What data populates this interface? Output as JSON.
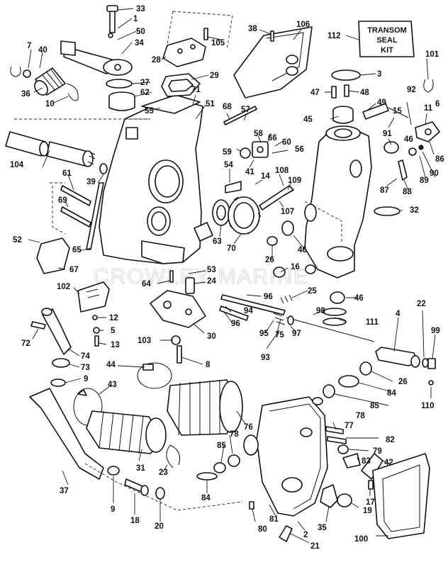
{
  "watermark": "CROWLEY MARINE",
  "note_box": {
    "lines": [
      "TRANSOM",
      "SEAL",
      "KIT"
    ]
  },
  "callouts": [
    {
      "id": "c33",
      "label": "33"
    },
    {
      "id": "c1",
      "label": "1"
    },
    {
      "id": "c50",
      "label": "50"
    },
    {
      "id": "c34",
      "label": "34"
    },
    {
      "id": "c7",
      "label": "7"
    },
    {
      "id": "c40",
      "label": "40"
    },
    {
      "id": "c36",
      "label": "36"
    },
    {
      "id": "c10",
      "label": "10"
    },
    {
      "id": "c27",
      "label": "27"
    },
    {
      "id": "c62",
      "label": "62"
    },
    {
      "id": "c55",
      "label": "55"
    },
    {
      "id": "c71",
      "label": "71"
    },
    {
      "id": "c51",
      "label": "51"
    },
    {
      "id": "c28",
      "label": "28"
    },
    {
      "id": "c29",
      "label": "29"
    },
    {
      "id": "c105",
      "label": "105"
    },
    {
      "id": "c38",
      "label": "38"
    },
    {
      "id": "c106",
      "label": "106"
    },
    {
      "id": "c112",
      "label": "112"
    },
    {
      "id": "c101",
      "label": "101"
    },
    {
      "id": "c3",
      "label": "3"
    },
    {
      "id": "c47",
      "label": "47"
    },
    {
      "id": "c48",
      "label": "48"
    },
    {
      "id": "c49",
      "label": "49"
    },
    {
      "id": "c15",
      "label": "15"
    },
    {
      "id": "c92",
      "label": "92"
    },
    {
      "id": "c11",
      "label": "11"
    },
    {
      "id": "c6",
      "label": "6"
    },
    {
      "id": "c91",
      "label": "91"
    },
    {
      "id": "c45",
      "label": "45"
    },
    {
      "id": "c46a",
      "label": "46"
    },
    {
      "id": "c86",
      "label": "86"
    },
    {
      "id": "c68",
      "label": "68"
    },
    {
      "id": "c57",
      "label": "57"
    },
    {
      "id": "c58",
      "label": "58"
    },
    {
      "id": "c66",
      "label": "66"
    },
    {
      "id": "c60",
      "label": "60"
    },
    {
      "id": "c59",
      "label": "59"
    },
    {
      "id": "c56",
      "label": "56"
    },
    {
      "id": "c41",
      "label": "41"
    },
    {
      "id": "c54",
      "label": "54"
    },
    {
      "id": "c14",
      "label": "14"
    },
    {
      "id": "c108",
      "label": "108"
    },
    {
      "id": "c109",
      "label": "109"
    },
    {
      "id": "c107",
      "label": "107"
    },
    {
      "id": "c87",
      "label": "87"
    },
    {
      "id": "c88",
      "label": "88"
    },
    {
      "id": "c89",
      "label": "89"
    },
    {
      "id": "c90",
      "label": "90"
    },
    {
      "id": "c104",
      "label": "104"
    },
    {
      "id": "c39",
      "label": "39"
    },
    {
      "id": "c61",
      "label": "61"
    },
    {
      "id": "c69",
      "label": "69"
    },
    {
      "id": "c32",
      "label": "32"
    },
    {
      "id": "c52",
      "label": "52"
    },
    {
      "id": "c65",
      "label": "65"
    },
    {
      "id": "c67",
      "label": "67"
    },
    {
      "id": "c63",
      "label": "63"
    },
    {
      "id": "c70",
      "label": "70"
    },
    {
      "id": "c26a",
      "label": "26"
    },
    {
      "id": "c46b",
      "label": "46"
    },
    {
      "id": "c16",
      "label": "16"
    },
    {
      "id": "c53",
      "label": "53"
    },
    {
      "id": "c24",
      "label": "24"
    },
    {
      "id": "c64",
      "label": "64"
    },
    {
      "id": "c102",
      "label": "102"
    },
    {
      "id": "c96a",
      "label": "96"
    },
    {
      "id": "c25",
      "label": "25"
    },
    {
      "id": "c46c",
      "label": "46"
    },
    {
      "id": "c94",
      "label": "94"
    },
    {
      "id": "c96b",
      "label": "96"
    },
    {
      "id": "c98",
      "label": "98"
    },
    {
      "id": "c111",
      "label": "111"
    },
    {
      "id": "c95",
      "label": "95"
    },
    {
      "id": "c75",
      "label": "75"
    },
    {
      "id": "c97",
      "label": "97"
    },
    {
      "id": "c93",
      "label": "93"
    },
    {
      "id": "c4",
      "label": "4"
    },
    {
      "id": "c22",
      "label": "22"
    },
    {
      "id": "c99",
      "label": "99"
    },
    {
      "id": "c12",
      "label": "12"
    },
    {
      "id": "c5",
      "label": "5"
    },
    {
      "id": "c13",
      "label": "13"
    },
    {
      "id": "c72",
      "label": "72"
    },
    {
      "id": "c30",
      "label": "30"
    },
    {
      "id": "c103",
      "label": "103"
    },
    {
      "id": "c8",
      "label": "8"
    },
    {
      "id": "c74",
      "label": "74"
    },
    {
      "id": "c73",
      "label": "73"
    },
    {
      "id": "c9a",
      "label": "9"
    },
    {
      "id": "c44",
      "label": "44"
    },
    {
      "id": "c43",
      "label": "43"
    },
    {
      "id": "c26b",
      "label": "26"
    },
    {
      "id": "c84a",
      "label": "84"
    },
    {
      "id": "c85a",
      "label": "85"
    },
    {
      "id": "c78a",
      "label": "78"
    },
    {
      "id": "c110",
      "label": "110"
    },
    {
      "id": "c76",
      "label": "76"
    },
    {
      "id": "c77",
      "label": "77"
    },
    {
      "id": "c82",
      "label": "82"
    },
    {
      "id": "c78b",
      "label": "78"
    },
    {
      "id": "c85b",
      "label": "85"
    },
    {
      "id": "c79",
      "label": "79"
    },
    {
      "id": "c83",
      "label": "83"
    },
    {
      "id": "c42",
      "label": "42"
    },
    {
      "id": "c31",
      "label": "31"
    },
    {
      "id": "c23",
      "label": "23"
    },
    {
      "id": "c37",
      "label": "37"
    },
    {
      "id": "c9b",
      "label": "9"
    },
    {
      "id": "c18",
      "label": "18"
    },
    {
      "id": "c84b",
      "label": "84"
    },
    {
      "id": "c20",
      "label": "20"
    },
    {
      "id": "c17",
      "label": "17"
    },
    {
      "id": "c19",
      "label": "19"
    },
    {
      "id": "c80",
      "label": "80"
    },
    {
      "id": "c81",
      "label": "81"
    },
    {
      "id": "c35",
      "label": "35"
    },
    {
      "id": "c2",
      "label": "2"
    },
    {
      "id": "c21",
      "label": "21"
    },
    {
      "id": "c100",
      "label": "100"
    }
  ]
}
